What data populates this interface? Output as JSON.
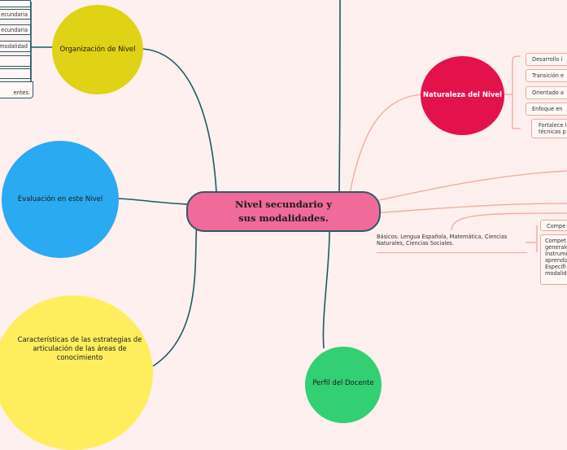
{
  "central": {
    "title": "Nivel secundario y sus modalidades."
  },
  "branches": {
    "organizacion": {
      "label": "Organización de Nivel",
      "color": "#e0d214"
    },
    "evaluacion": {
      "label": "Evaluación en este Nivel",
      "color": "#2aaaf0"
    },
    "caracteristicas": {
      "label": "Características de las estrategias de articulación de las áreas de conocimiento",
      "color": "#feee5e"
    },
    "perfil": {
      "label": "Perfil del Docente",
      "color": "#33cf73"
    },
    "naturaleza": {
      "label": "Naturaleza del Nivel",
      "color": "#e3124b"
    }
  },
  "organizacion_items": [
    "",
    "ecundaria",
    "ecundaria",
    "modalidad",
    "",
    "",
    "entes."
  ],
  "naturaleza_items": [
    "Desarrollo i",
    "Transición e",
    "Orientado a",
    "Enfoque en",
    "Fortalece l\ntécnicas p"
  ],
  "basicos": "Básicos: Lengua Española, Matemática, Ciencias\nNaturales, Ciencias Sociales.",
  "competencias": {
    "title": "Compe",
    "text": "Compet\ngenerale\nInstrume\naprendiz\nEspecífi\nmodalid"
  },
  "colors": {
    "dark_line": "#1d5a66",
    "red_line": "#f5a79b",
    "background": "#fdf0ee"
  }
}
